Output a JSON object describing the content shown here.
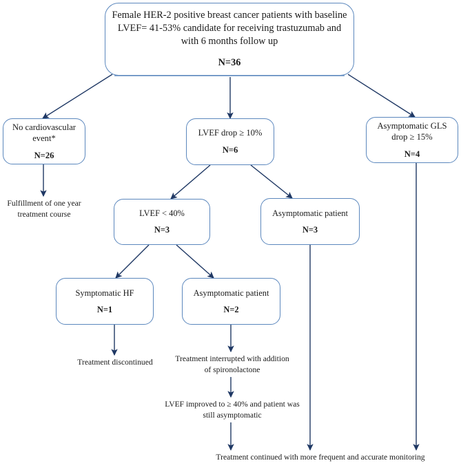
{
  "diagram": {
    "title_text": "Female HER-2 positive breast cancer patients with baseline LVEF= 41-53% candidate for receiving trastuzumab and with 6 months follow up",
    "colors": {
      "box_border": "#5b87bd",
      "arrow": "#1f3864",
      "background": "#ffffff",
      "text": "#1a1a1a"
    }
  },
  "nodes": {
    "root": {
      "text": "Female HER-2 positive breast cancer patients with baseline LVEF= 41-53% candidate for receiving trastuzumab and with 6 months follow up",
      "count": "N=36"
    },
    "no_cv_event": {
      "text": "No cardiovascular event*",
      "count": "N=26"
    },
    "lvef_drop": {
      "text": "LVEF drop ≥ 10%",
      "count": "N=6"
    },
    "gls_drop": {
      "text": "Asymptomatic GLS drop ≥ 15%",
      "count": "N=4"
    },
    "lvef_under40": {
      "text": "LVEF < 40%",
      "count": "N=3"
    },
    "asymptomatic_patient_3": {
      "text": "Asymptomatic patient",
      "count": "N=3"
    },
    "symptomatic_hf": {
      "text": "Symptomatic HF",
      "count": "N=1"
    },
    "asymptomatic_patient_2": {
      "text": "Asymptomatic patient",
      "count": "N=2"
    }
  },
  "leaf_texts": {
    "fulfillment": "Fulfillment of one year treatment course",
    "treatment_discontinued": "Treatment discontinued",
    "treatment_interrupted": "Treatment interrupted with addition of spironolactone",
    "lvef_improved": "LVEF improved to ≥ 40% and patient was still asymptomatic",
    "treatment_continued": "Treatment continued with more frequent and accurate monitoring"
  },
  "edges": [
    {
      "name": "root-to-no-cv-event",
      "from": "root",
      "to": "no_cv_event"
    },
    {
      "name": "root-to-lvef-drop",
      "from": "root",
      "to": "lvef_drop"
    },
    {
      "name": "root-to-gls-drop",
      "from": "root",
      "to": "gls_drop"
    },
    {
      "name": "no-cv-event-to-fulfillment",
      "from": "no_cv_event",
      "to": "fulfillment"
    },
    {
      "name": "lvef-drop-to-lvef-under40",
      "from": "lvef_drop",
      "to": "lvef_under40"
    },
    {
      "name": "lvef-drop-to-asymptomatic-3",
      "from": "lvef_drop",
      "to": "asymptomatic_patient_3"
    },
    {
      "name": "lvef-under40-to-symptomatic-hf",
      "from": "lvef_under40",
      "to": "symptomatic_hf"
    },
    {
      "name": "lvef-under40-to-asymptomatic-2",
      "from": "lvef_under40",
      "to": "asymptomatic_patient_2"
    },
    {
      "name": "symptomatic-hf-to-discontinued",
      "from": "symptomatic_hf",
      "to": "treatment_discontinued"
    },
    {
      "name": "asymptomatic-2-to-interrupted",
      "from": "asymptomatic_patient_2",
      "to": "treatment_interrupted"
    },
    {
      "name": "interrupted-to-lvef-improved",
      "from": "treatment_interrupted",
      "to": "lvef_improved"
    },
    {
      "name": "lvef-improved-to-continued",
      "from": "lvef_improved",
      "to": "treatment_continued"
    },
    {
      "name": "asymptomatic-3-to-continued",
      "from": "asymptomatic_patient_3",
      "to": "treatment_continued"
    },
    {
      "name": "gls-drop-to-continued",
      "from": "gls_drop",
      "to": "treatment_continued"
    }
  ]
}
